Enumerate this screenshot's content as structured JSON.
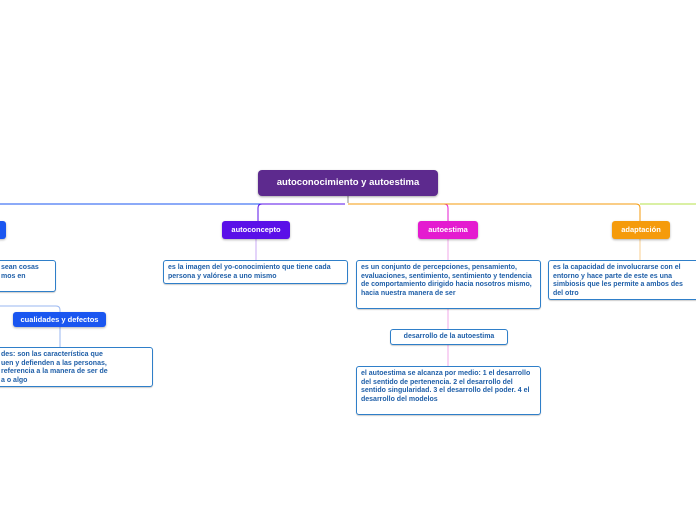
{
  "root": {
    "label": "autoconocimiento y autoestima"
  },
  "branches": {
    "left_partial": {
      "color": "#1a56f0"
    },
    "autoconcepto": {
      "label": "autoconcepto",
      "color": "#5a10e8",
      "description": "es la imagen del yo-conocimiento que tiene cada persona y valórese a uno mismo"
    },
    "autoestima": {
      "label": "autoestima",
      "color": "#e41bd0",
      "description": "es un conjunto de percepciones, pensamiento, evaluaciones, sentimiento, sentimiento y tendencia de comportamiento dirigido hacia nosotros mismo, hacia nuestra manera de ser",
      "sub_label": "desarrollo de la autoestima",
      "sub_description": "el autoestima se alcanza por medio: 1 el desarrollo del sentido de pertenencia. 2 el desarrollo del sentido singularidad. 3 el desarrollo del poder. 4 el desarrollo del modelos"
    },
    "adaptacion": {
      "label": "adaptación",
      "color": "#f59b0c",
      "description_lines": [
        "es la capacidad de involucrarse con el",
        "entorno y hace parte de este es una",
        "simbiosis que les permite a ambos des",
        "del otro"
      ]
    },
    "left": {
      "note1_lines": [
        "sean cosas",
        "mos en"
      ],
      "sub_label": "cualidades y defectos",
      "note2_lines": [
        "des: son las característica que",
        "uen y defienden a las personas,",
        "referencia a la manera de ser de",
        "a o algo"
      ]
    }
  }
}
